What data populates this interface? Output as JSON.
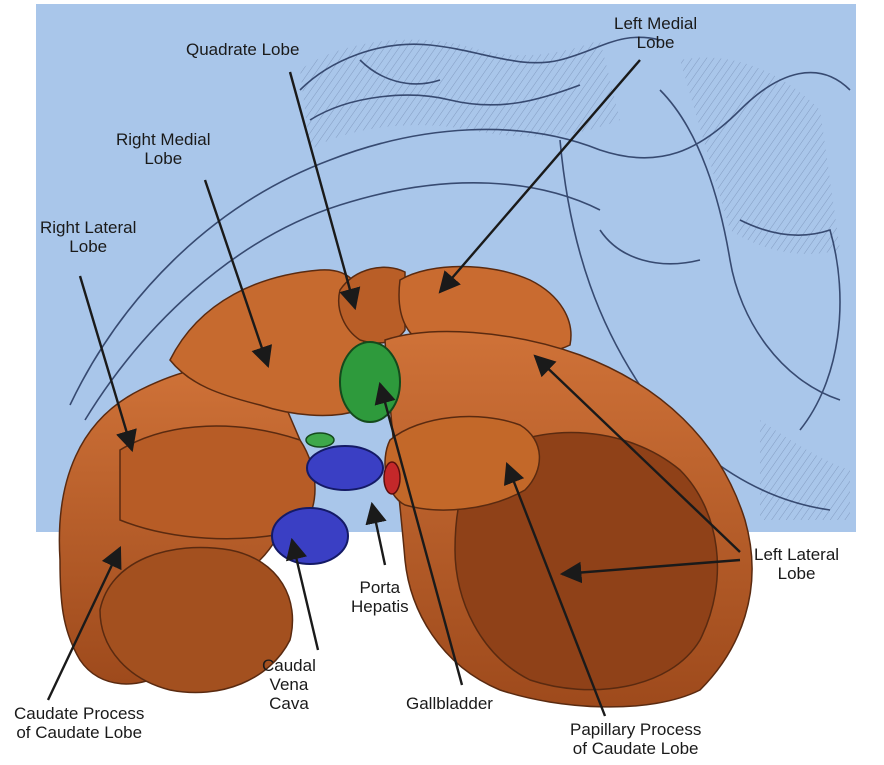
{
  "colors": {
    "background_panel": "#a9c6ea",
    "liver": "#c0622a",
    "gallbladder": "#2e9a3c",
    "vena_cava": "#3a3fc4",
    "portal_artery": "#c4282a",
    "ink": "#1a1a1a"
  },
  "labels": {
    "quadrate_lobe": [
      "Quadrate Lobe"
    ],
    "left_medial_lobe": [
      "Left Medial",
      "Lobe"
    ],
    "right_medial_lobe": [
      "Right Medial",
      "Lobe"
    ],
    "right_lateral_lobe": [
      "Right Lateral",
      "Lobe"
    ],
    "left_lateral_lobe": [
      "Left Lateral",
      "Lobe"
    ],
    "porta_hepatis": [
      "Porta",
      "Hepatis"
    ],
    "caudal_vena_cava": [
      "Caudal",
      "Vena",
      "Cava"
    ],
    "gallbladder": [
      "Gallbladder"
    ],
    "caudate_process": [
      "Caudate Process",
      "of Caudate Lobe"
    ],
    "papillary_process": [
      "Papillary Process",
      "of Caudate Lobe"
    ]
  }
}
